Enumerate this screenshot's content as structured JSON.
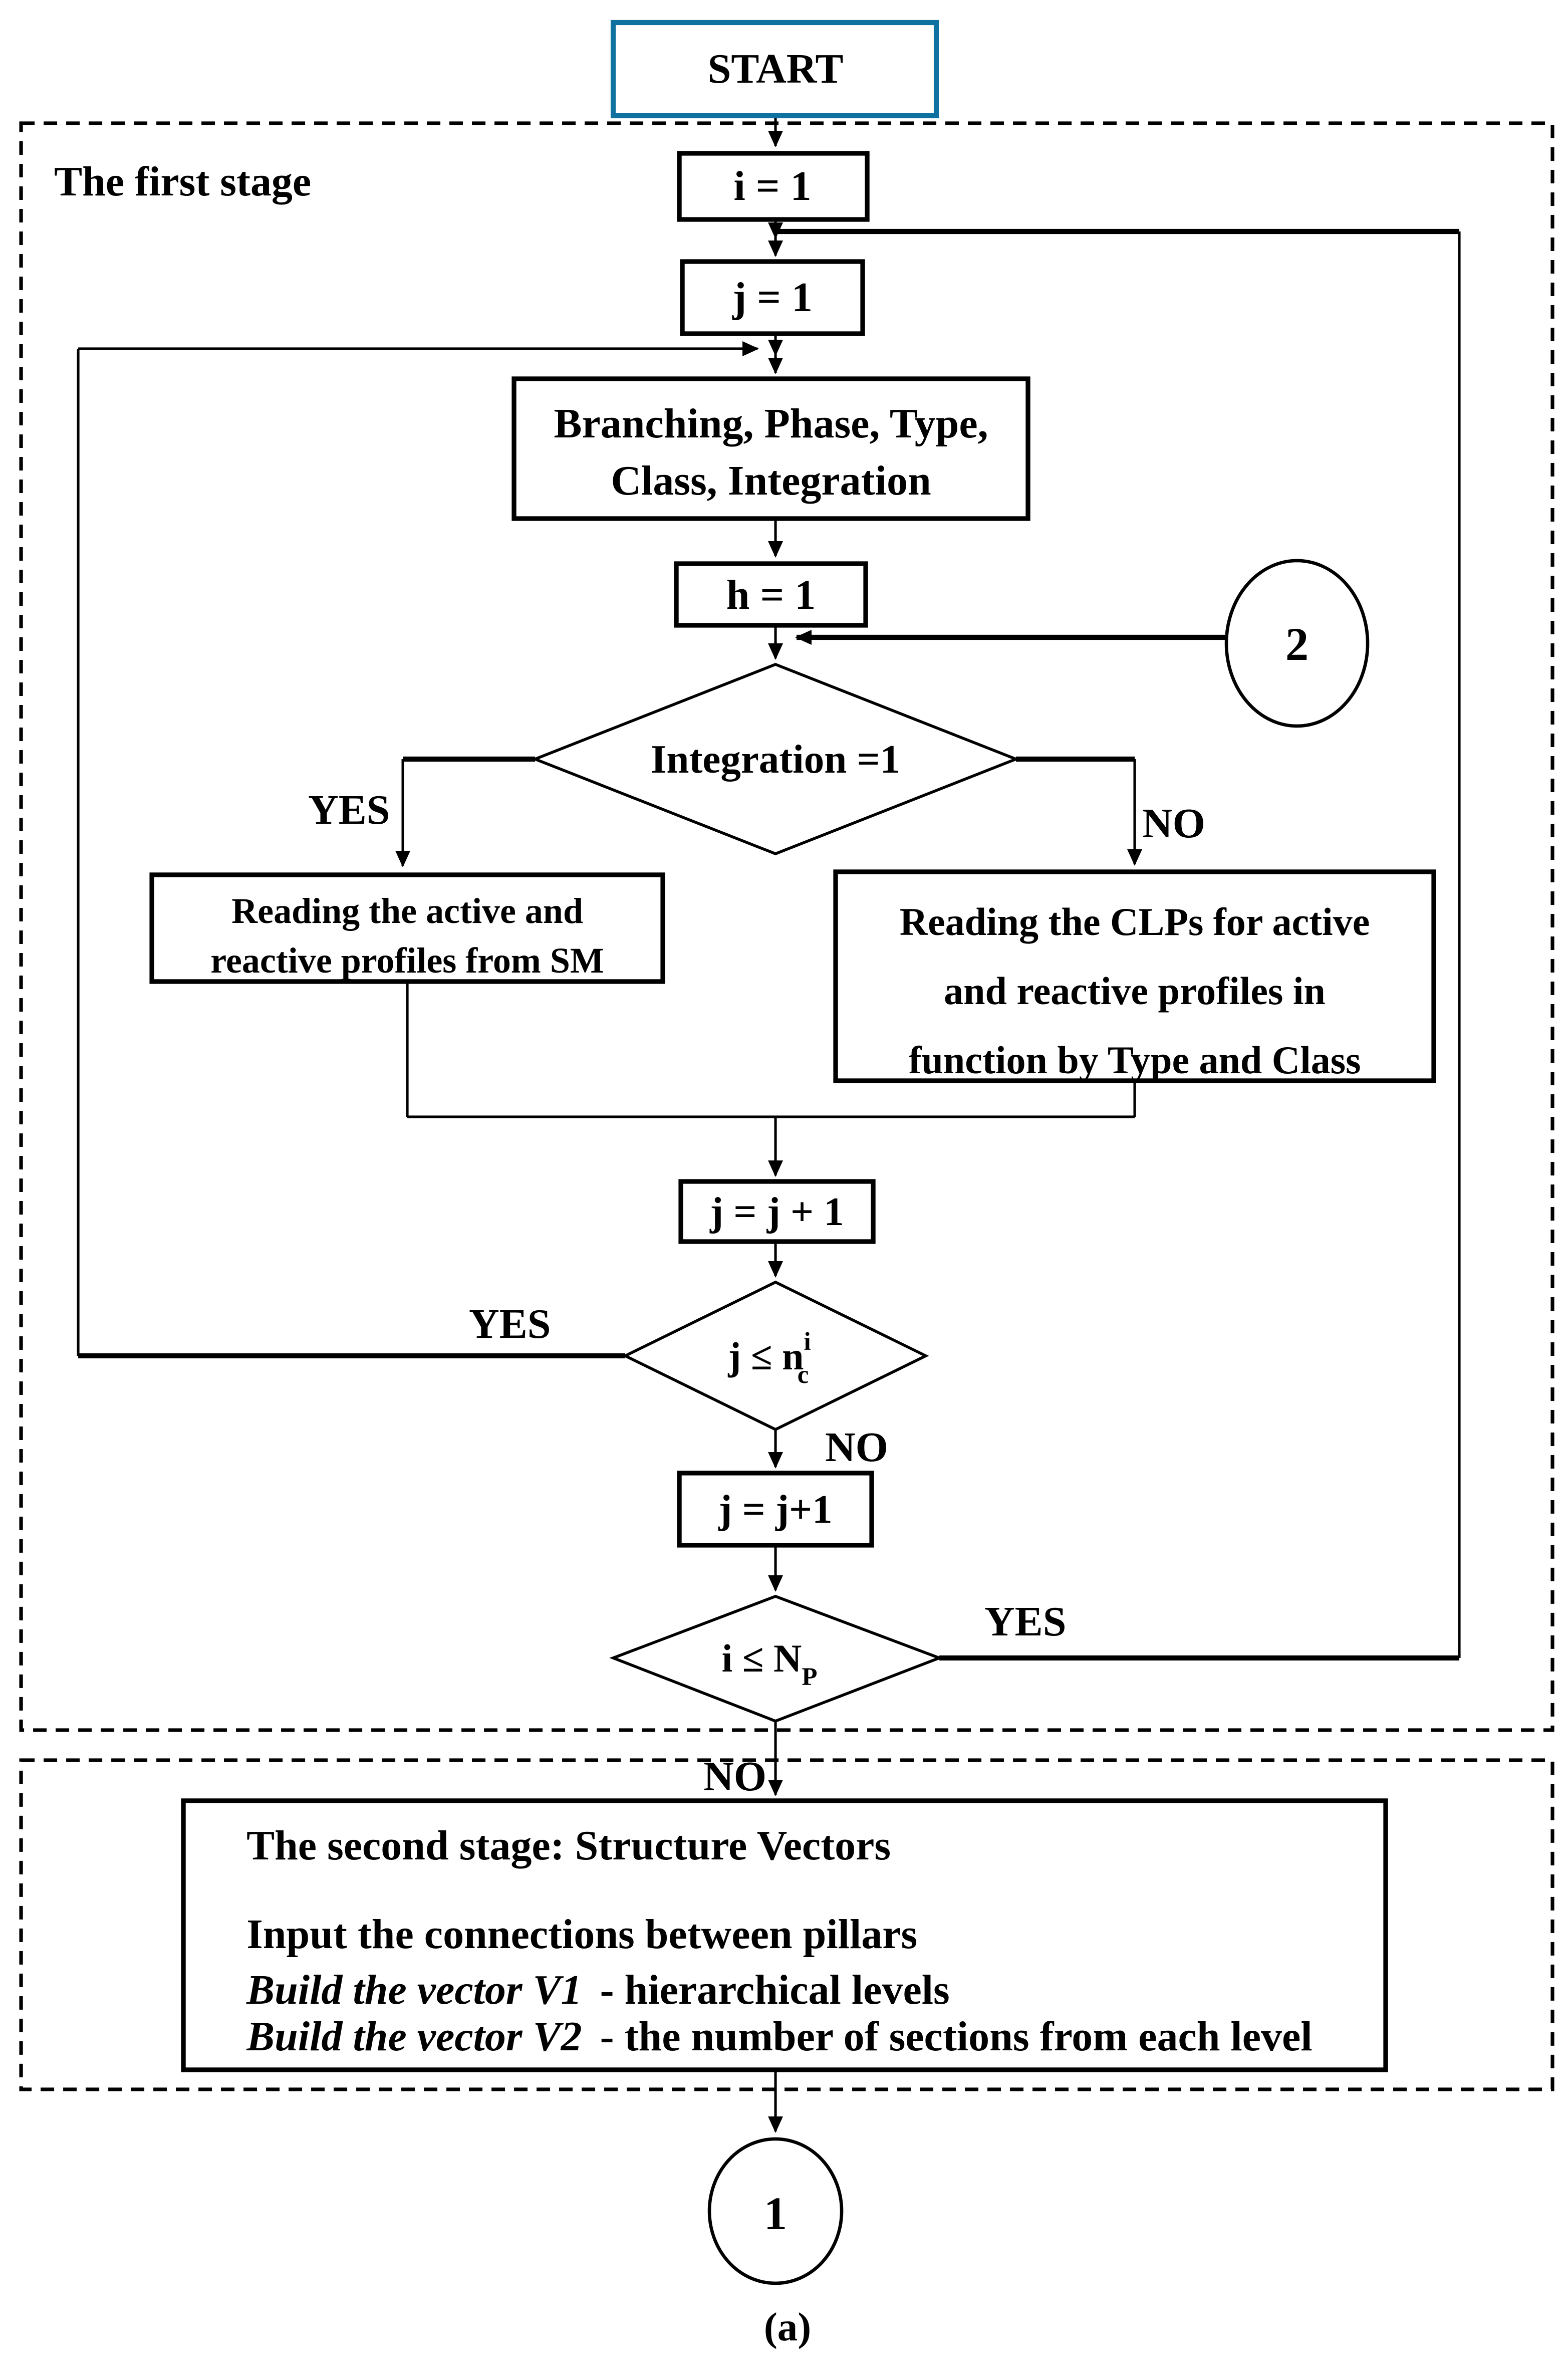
{
  "figure": {
    "caption": "(a)",
    "colors": {
      "start_border": "#0f719f",
      "ink": "#000000"
    },
    "stage1": {
      "label": "The first stage"
    },
    "stage2": {
      "title": "The second stage: Structure Vectors",
      "line1": "Input the connections between pillars",
      "line2_italic": "Build the vector V1",
      "line2_rest": "- hierarchical levels",
      "line3_italic": "Build the vector V2",
      "line3_rest": "- the number of sections from each level"
    },
    "nodes": {
      "start": "START",
      "init_i": "i = 1",
      "init_j": "j = 1",
      "branching_line1": "Branching, Phase, Type,",
      "branching_line2": "Class, Integration",
      "init_h": "h = 1",
      "connector2": "2",
      "integration_decision": "Integration =1",
      "read_sm_line1": "Reading the active and",
      "read_sm_line2": "reactive profiles from SM",
      "read_clp_line1": "Reading the CLPs for active",
      "read_clp_line2": "and reactive profiles in",
      "read_clp_line3": "function by Type and Class",
      "inc_j": "j = j + 1",
      "jnc_main": "j ≤ n",
      "jnc_sup": "i",
      "jnc_sub": "c",
      "inc_j2": "j = j+1",
      "inp_main": "i ≤ N",
      "inp_sub": "P",
      "connector1": "1"
    },
    "labels": {
      "yes_integration": "YES",
      "no_integration": "NO",
      "yes_jnc": "YES",
      "no_jnc": "NO",
      "yes_inp": "YES",
      "no_inp": "NO"
    }
  }
}
